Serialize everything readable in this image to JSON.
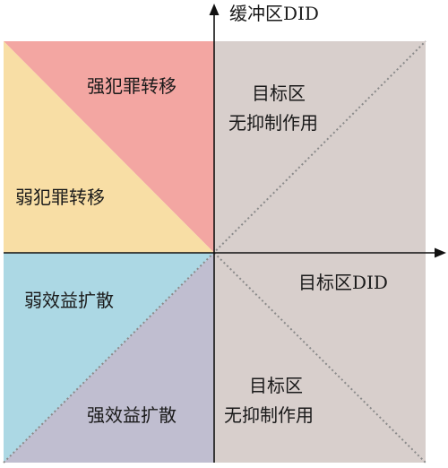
{
  "axes": {
    "y_label": "缓冲区DID",
    "x_label": "目标区DID"
  },
  "regions": {
    "strong_transfer": "强犯罪转移",
    "weak_transfer": "弱犯罪转移",
    "weak_diffusion": "弱效益扩散",
    "strong_diffusion": "强效益扩散",
    "upper_right_line1": "目标区",
    "upper_right_line2": "无抑制作用",
    "lower_right_line1": "目标区",
    "lower_right_line2": "无抑制作用"
  },
  "colors": {
    "strong_transfer": "#f3a6a2",
    "weak_transfer": "#f8dea5",
    "weak_diffusion": "#acd8e4",
    "strong_diffusion": "#c0bed0",
    "neutral": "#d8cfcc",
    "axis": "#111111",
    "diagonal": "#8a8a8a"
  }
}
